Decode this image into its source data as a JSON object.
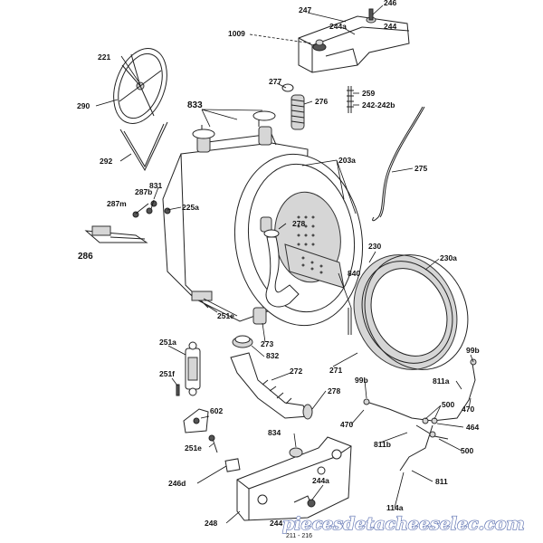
{
  "labels": {
    "p247": "247",
    "p246": "246",
    "p244a_top": "244a",
    "p244_top": "244",
    "p1009": "1009",
    "p221": "221",
    "p290": "290",
    "p292": "292",
    "p833": "833",
    "p277": "277",
    "p276": "276",
    "p259": "259",
    "p242": "242-242b",
    "p275": "275",
    "p203a": "203a",
    "p831": "831",
    "p287b": "287b",
    "p287m": "287m",
    "p225a": "225a",
    "p286": "286",
    "p278_drum": "278",
    "p230": "230",
    "p230a": "230a",
    "p840": "840",
    "p251e_top": "251e",
    "p273": "273",
    "p251a": "251a",
    "p832": "832",
    "p272": "272",
    "p251f": "251f",
    "p271": "271",
    "p99b_right": "99b",
    "p811a": "811a",
    "p470_right": "470",
    "p99b_mid": "99b",
    "p500_top": "500",
    "p464": "464",
    "p470_mid": "470",
    "p278_hose": "278",
    "p602": "602",
    "p834": "834",
    "p811b": "811b",
    "p500_bot": "500",
    "p251e_bot": "251e",
    "p246d": "246d",
    "p244a_bot": "244a",
    "p811": "811",
    "p114a": "114a",
    "p248": "248",
    "p244_bot": "244",
    "p211": "211 - 216"
  },
  "watermark": "piecesdetacheeselec.com"
}
